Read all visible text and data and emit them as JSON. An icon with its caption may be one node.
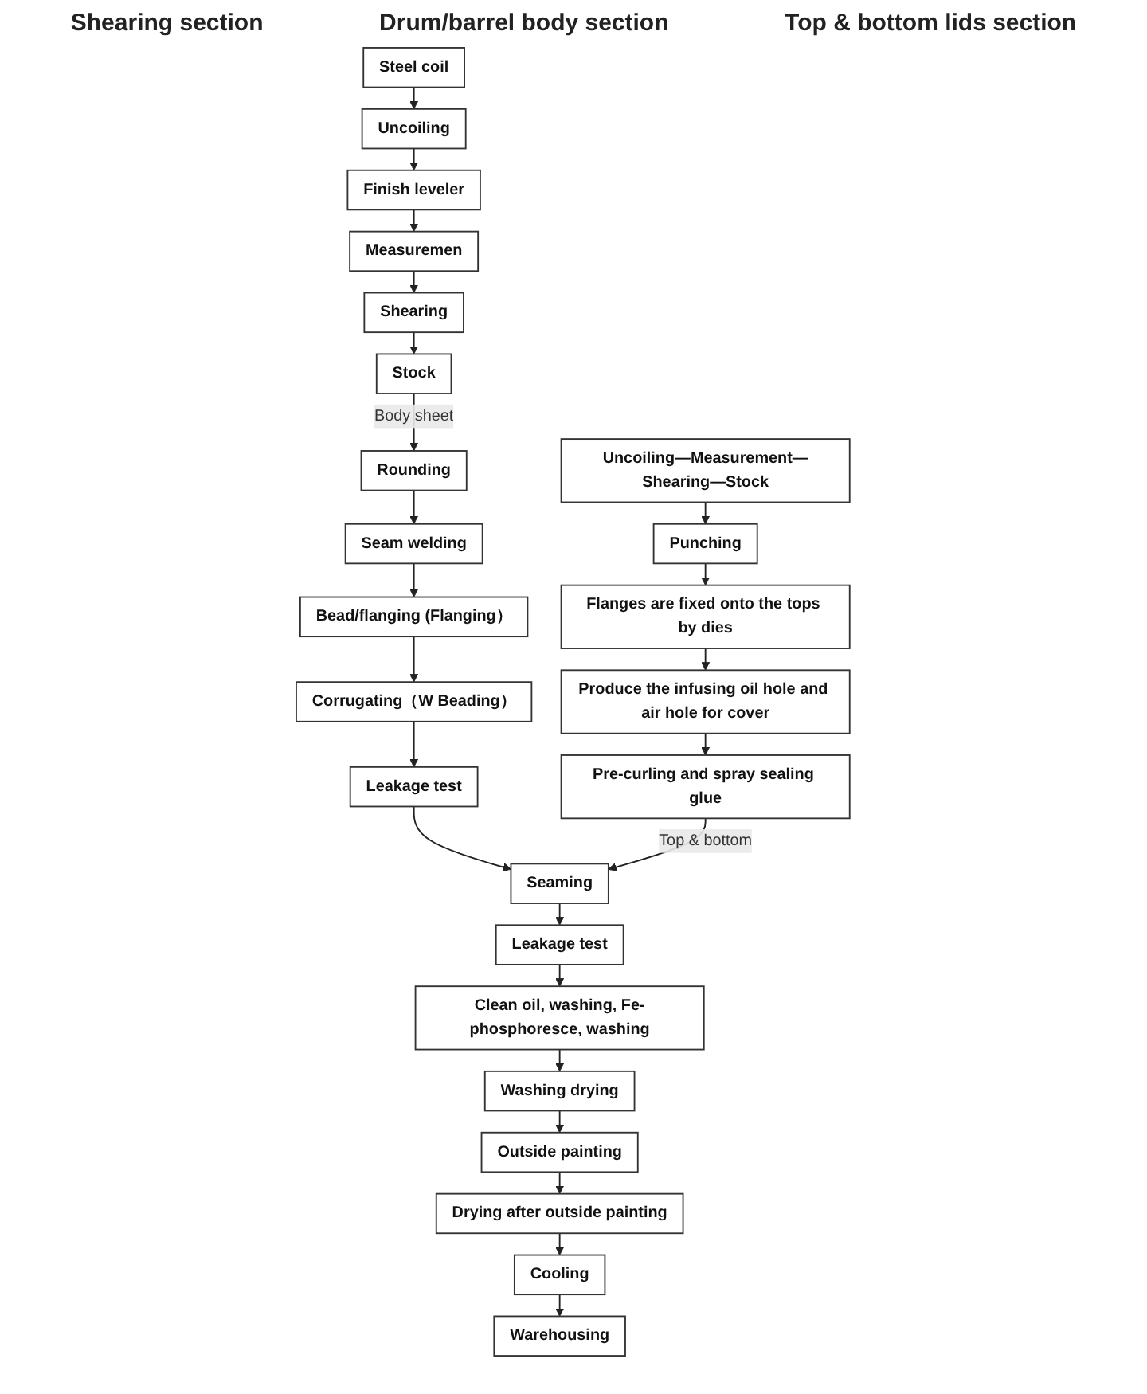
{
  "diagram": {
    "nodes": [
      {
        "text": [
          "Steel coil"
        ]
      },
      {
        "text": [
          "Uncoiling"
        ]
      },
      {
        "text": [
          "Finish leveler"
        ]
      },
      {
        "text": [
          "Measuremen"
        ]
      },
      {
        "text": [
          "Shearing"
        ]
      },
      {
        "text": [
          "Stock"
        ]
      },
      {
        "text": [
          "Rounding"
        ]
      },
      {
        "text": [
          "Seam welding"
        ]
      },
      {
        "text": [
          "Bead/flanging (Flanging）"
        ]
      },
      {
        "text": [
          "Corrugating（W Beading）"
        ]
      },
      {
        "text": [
          "Leakage test"
        ]
      },
      {
        "text": [
          "Seaming"
        ]
      },
      {
        "text": [
          "Leakage test"
        ]
      },
      {
        "text": [
          "Uncoiling—Measurement—Shearing—Stock"
        ]
      },
      {
        "text": [
          "Punching"
        ]
      },
      {
        "text": [
          "Flanges are fixed onto the tops by dies"
        ]
      },
      {
        "text": [
          "Produce the infusing oil hole and air hole for cover"
        ]
      },
      {
        "text": [
          "Pre-curling and spray sealing glue"
        ]
      },
      {
        "text": [
          "Clean oil, washing, Fe-phosphoresce, washing"
        ]
      },
      {
        "text": [
          "Washing drying"
        ]
      },
      {
        "text": [
          "Outside painting"
        ]
      },
      {
        "text": [
          "Drying after outside painting"
        ]
      },
      {
        "text": [
          "Cooling"
        ]
      },
      {
        "text": [
          "Warehousing"
        ]
      }
    ],
    "edges": [
      {
        "from": 0,
        "to": 1,
        "arrow": "to"
      },
      {
        "from": 1,
        "to": 2,
        "arrow": "to"
      },
      {
        "from": 2,
        "to": 3,
        "arrow": "to"
      },
      {
        "from": 3,
        "to": 4,
        "arrow": "to"
      },
      {
        "from": 4,
        "to": 5,
        "arrow": "to"
      },
      {
        "from": 5,
        "to": 6,
        "arrow": "to",
        "label": "Body sheet"
      },
      {
        "from": 6,
        "to": 7,
        "arrow": "to"
      },
      {
        "from": 7,
        "to": 8,
        "arrow": "to"
      },
      {
        "from": 8,
        "to": 9,
        "arrow": "to"
      },
      {
        "from": 9,
        "to": 10,
        "arrow": "to"
      },
      {
        "from": 10,
        "to": 11,
        "arrow": "to"
      },
      {
        "from": 11,
        "to": 12,
        "arrow": "to"
      },
      {
        "from": 13,
        "to": 14,
        "arrow": "to"
      },
      {
        "from": 14,
        "to": 15,
        "arrow": "to"
      },
      {
        "from": 15,
        "to": 16,
        "arrow": "to"
      },
      {
        "from": 16,
        "to": 17,
        "arrow": "to"
      },
      {
        "from": 17,
        "to": 11,
        "arrow": "to",
        "label": "Top & bottom"
      },
      {
        "from": 12,
        "to": 18,
        "arrow": "to"
      },
      {
        "from": 18,
        "to": 19,
        "arrow": "to"
      },
      {
        "from": 19,
        "to": 20,
        "arrow": "to"
      },
      {
        "from": 20,
        "to": 21,
        "arrow": "to"
      },
      {
        "from": 21,
        "to": 22,
        "arrow": "to"
      },
      {
        "from": 22,
        "to": 23,
        "arrow": "to"
      }
    ],
    "labels": [
      "Shearing section",
      "Drum/barrel body section",
      "Top & bottom lids section"
    ]
  }
}
